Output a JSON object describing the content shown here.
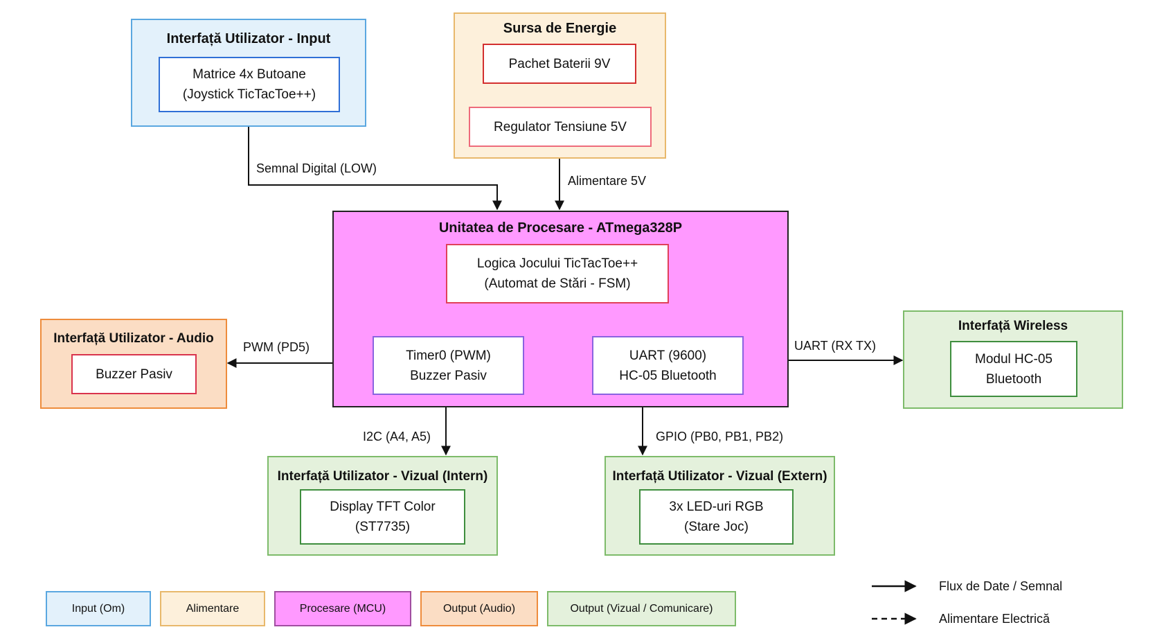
{
  "colors": {
    "input_fill": "#E3F1FB",
    "input_border": "#5AA7E0",
    "input_inner_border": "#2F6FD6",
    "power_fill": "#FDF0DB",
    "power_border": "#E8B86B",
    "power_inner_border": "#D32F2F",
    "power_inner_border2": "#EE6B7B",
    "mcu_fill": "#FF99FF",
    "mcu_border": "#222222",
    "mcu_logic_border": "#E0405A",
    "mcu_sub_border": "#8A63E0",
    "audio_fill": "#FBDDC4",
    "audio_border": "#EE8C3C",
    "audio_inner_border": "#D9334D",
    "green_fill": "#E4F1DC",
    "green_border": "#7DBB6A",
    "green_inner_border": "#3E8E3E",
    "arrow": "#111111"
  },
  "groups": {
    "input": {
      "title": "Interfață Utilizator - Input",
      "box": {
        "line1": "Matrice 4x Butoane",
        "line2": "(Joystick TicTacToe++)"
      }
    },
    "power": {
      "title": "Sursa de Energie",
      "battery": "Pachet Baterii 9V",
      "regulator": "Regulator Tensiune 5V"
    },
    "mcu": {
      "title": "Unitatea de Procesare - ATmega328P",
      "logic": {
        "line1": "Logica Jocului TicTacToe++",
        "line2": "(Automat de Stări - FSM)"
      },
      "timer": {
        "line1": "Timer0 (PWM)",
        "line2": "Buzzer Pasiv"
      },
      "uart": {
        "line1": "UART (9600)",
        "line2": "HC-05 Bluetooth"
      }
    },
    "audio": {
      "title": "Interfață Utilizator - Audio",
      "box": "Buzzer Pasiv"
    },
    "wireless": {
      "title": "Interfață Wireless",
      "box": {
        "line1": "Modul HC-05",
        "line2": "Bluetooth"
      }
    },
    "visual_int": {
      "title": "Interfață Utilizator - Vizual (Intern)",
      "box": {
        "line1": "Display TFT Color",
        "line2": "(ST7735)"
      }
    },
    "visual_ext": {
      "title": "Interfață Utilizator - Vizual (Extern)",
      "box": {
        "line1": "3x LED-uri RGB",
        "line2": "(Stare Joc)"
      }
    }
  },
  "connections": {
    "digital_signal": "Semnal Digital (LOW)",
    "power_5v": "Alimentare 5V",
    "pwm": "PWM (PD5)",
    "uart": "UART (RX TX)",
    "i2c": "I2C (A4, A5)",
    "gpio": "GPIO (PB0, PB1, PB2)"
  },
  "legend": {
    "categories": [
      {
        "label": "Input (Om)"
      },
      {
        "label": "Alimentare"
      },
      {
        "label": "Procesare (MCU)"
      },
      {
        "label": "Output (Audio)"
      },
      {
        "label": "Output (Vizual / Comunicare)"
      }
    ],
    "lines": [
      {
        "label": "Flux de Date / Semnal",
        "style": "solid"
      },
      {
        "label": "Alimentare Electrică",
        "style": "dashed"
      }
    ]
  }
}
